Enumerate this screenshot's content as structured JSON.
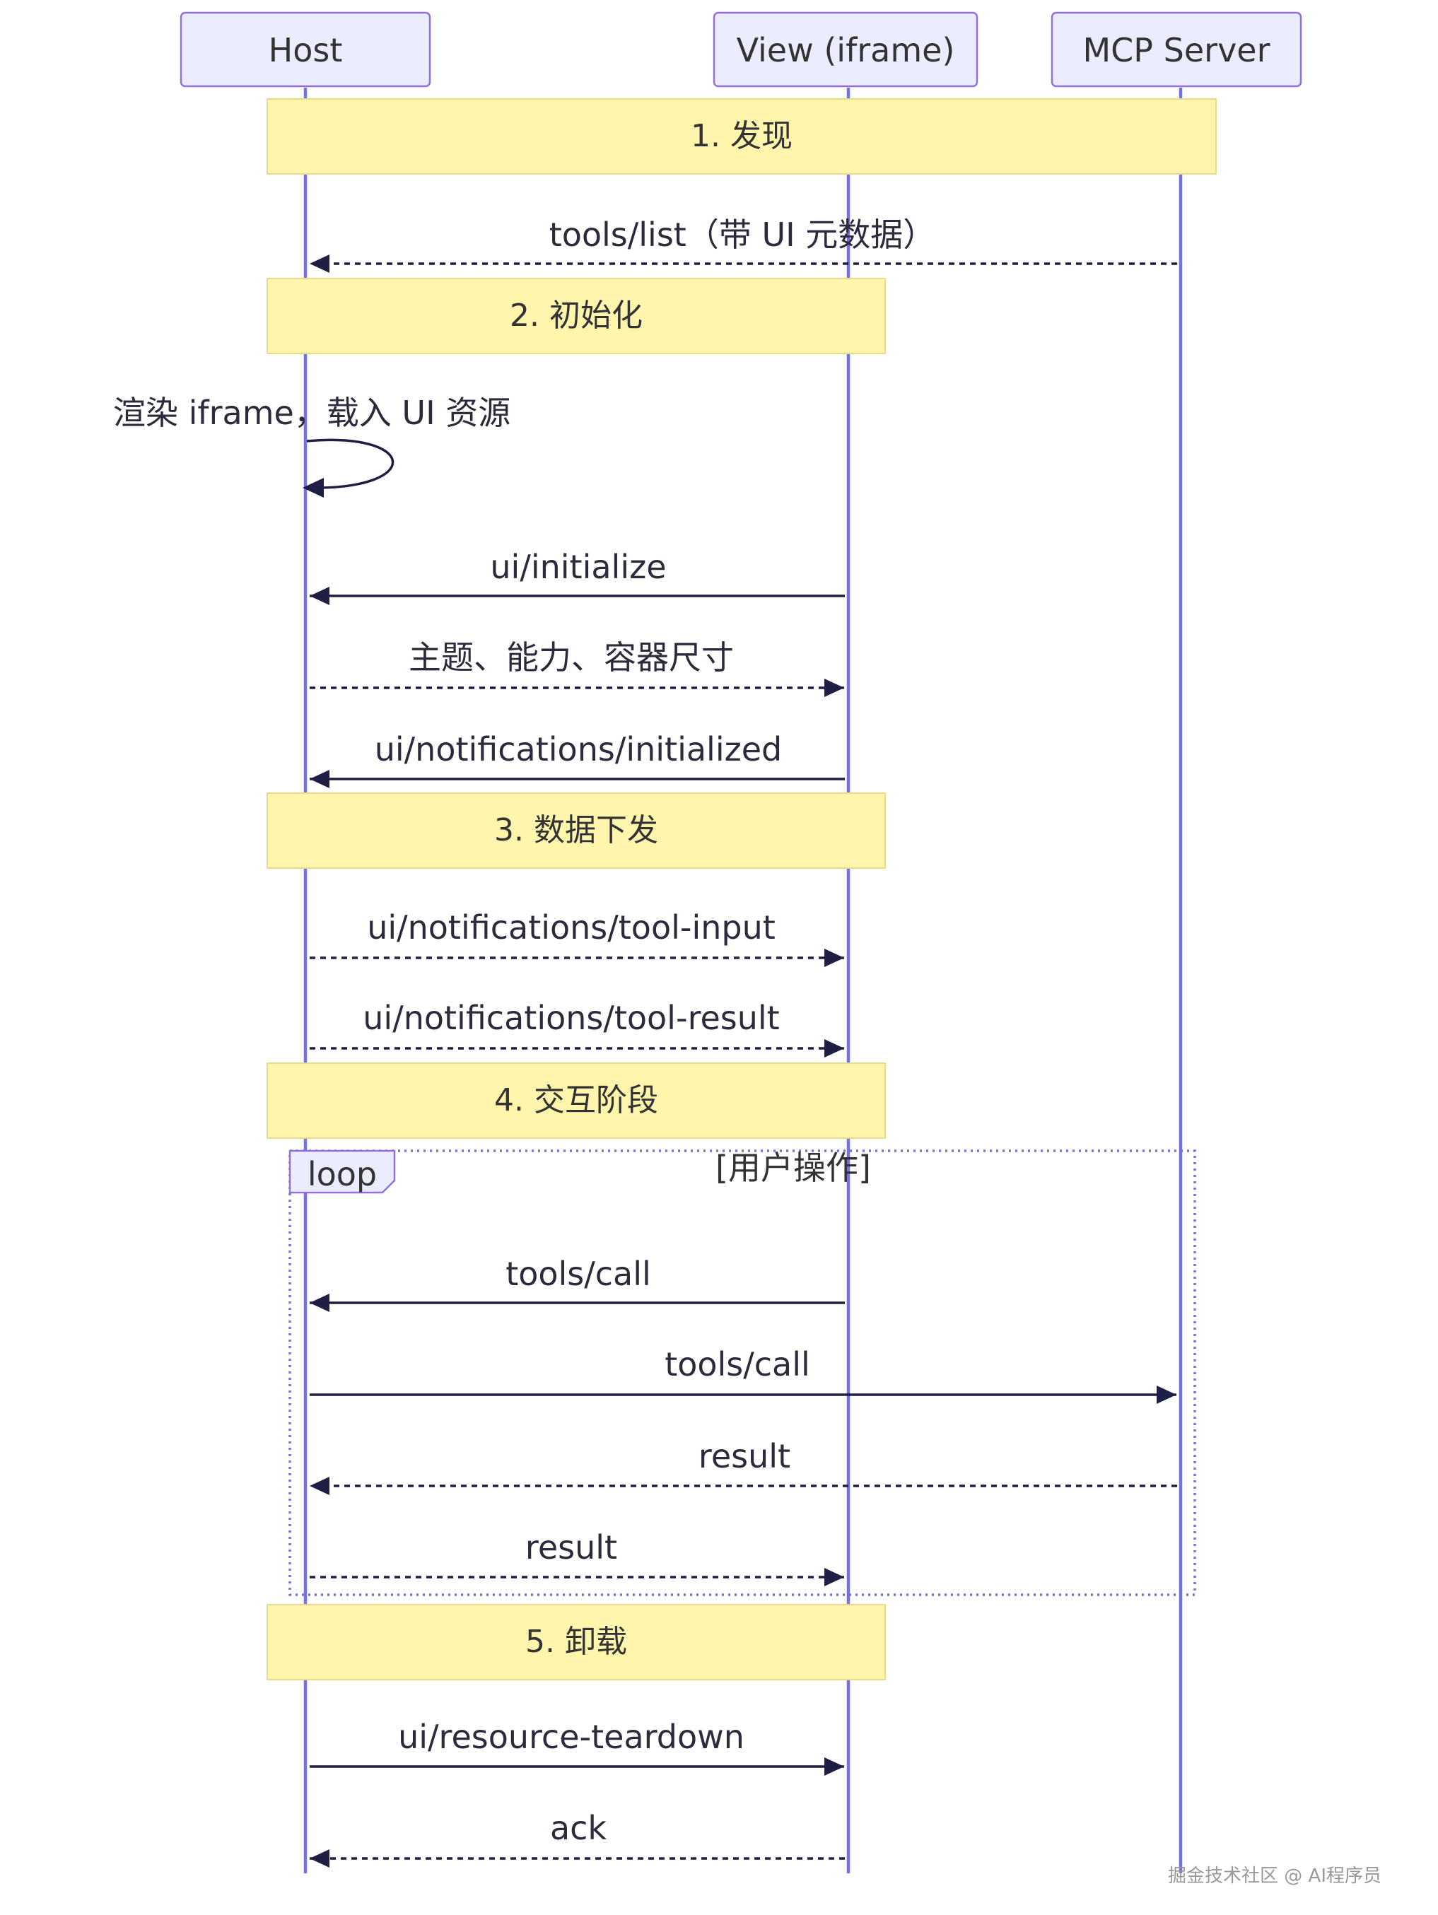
{
  "actors": [
    {
      "id": "host",
      "label": "Host"
    },
    {
      "id": "view",
      "label": "View (iframe)"
    },
    {
      "id": "server",
      "label": "MCP Server"
    }
  ],
  "phases": [
    {
      "label": "1. 发现"
    },
    {
      "label": "2. 初始化"
    },
    {
      "label": "3. 数据下发"
    },
    {
      "label": "4. 交互阶段"
    },
    {
      "label": "5. 卸载"
    }
  ],
  "messages": [
    {
      "from": "server",
      "to": "host",
      "label": "tools/list（带 UI 元数据）",
      "style": "dashed"
    },
    {
      "from": "host",
      "to": "host",
      "label": "渲染 iframe，载入 UI 资源",
      "style": "self"
    },
    {
      "from": "view",
      "to": "host",
      "label": "ui/initialize",
      "style": "solid"
    },
    {
      "from": "host",
      "to": "view",
      "label": "主题、能力、容器尺寸",
      "style": "dashed"
    },
    {
      "from": "view",
      "to": "host",
      "label": "ui/notifications/initialized",
      "style": "solid"
    },
    {
      "from": "host",
      "to": "view",
      "label": "ui/notifications/tool-input",
      "style": "dashed"
    },
    {
      "from": "host",
      "to": "view",
      "label": "ui/notifications/tool-result",
      "style": "dashed"
    },
    {
      "from": "view",
      "to": "host",
      "label": "tools/call",
      "style": "solid"
    },
    {
      "from": "host",
      "to": "server",
      "label": "tools/call",
      "style": "solid"
    },
    {
      "from": "server",
      "to": "host",
      "label": "result",
      "style": "dashed"
    },
    {
      "from": "host",
      "to": "view",
      "label": "result",
      "style": "dashed"
    },
    {
      "from": "host",
      "to": "view",
      "label": "ui/resource-teardown",
      "style": "solid"
    },
    {
      "from": "view",
      "to": "host",
      "label": "ack",
      "style": "dashed"
    }
  ],
  "loop": {
    "label": "loop",
    "condition": "[用户操作]"
  },
  "watermark": "掘金技术社区 @ AI程序员",
  "colors": {
    "actor_fill": "#ECECFF",
    "actor_border": "#9370DB",
    "lifeline": "#7272E0",
    "note_fill": "#FFF5AD",
    "arrow": "#1f1f45"
  }
}
